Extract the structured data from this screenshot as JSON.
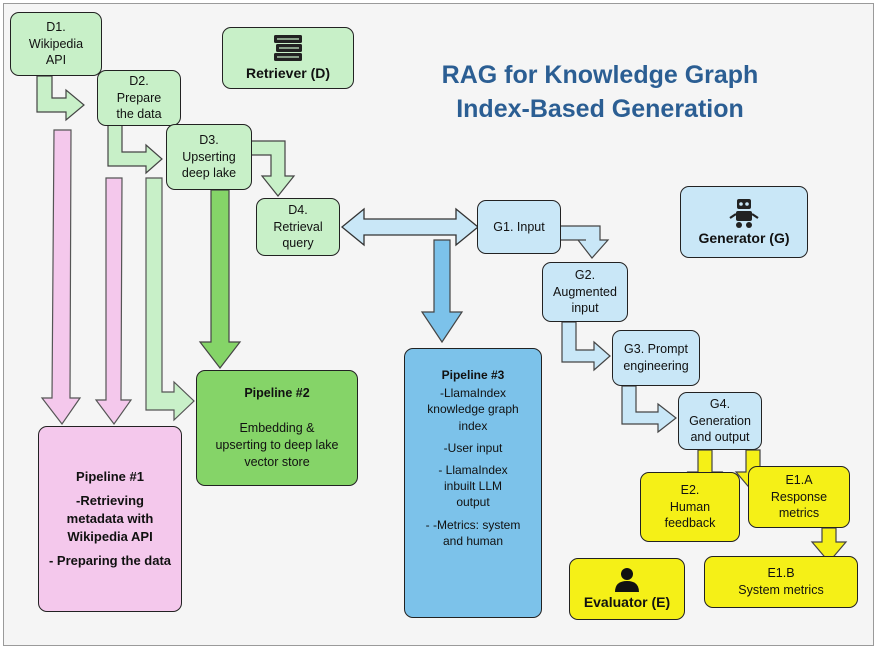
{
  "title": {
    "line1": "RAG for Knowledge Graph",
    "line2": "Index-Based Generation"
  },
  "roles": {
    "retriever": "Retriever (D)",
    "generator": "Generator (G)",
    "evaluator": "Evaluator (E)"
  },
  "retriever_steps": {
    "d1": [
      "D1.",
      "Wikipedia",
      "API"
    ],
    "d2": [
      "D2.",
      "Prepare",
      "the data"
    ],
    "d3": [
      "D3.",
      "Upserting",
      "deep lake"
    ],
    "d4": [
      "D4.",
      "Retrieval",
      "query"
    ]
  },
  "generator_steps": {
    "g1": [
      "G1. Input"
    ],
    "g2": [
      "G2.",
      "Augmented",
      "input"
    ],
    "g3": [
      "G3. Prompt",
      "engineering"
    ],
    "g4": [
      "G4.",
      "Generation",
      "and output"
    ]
  },
  "evaluator_steps": {
    "e2": [
      "E2.",
      "Human",
      "feedback"
    ],
    "e1a": [
      "E1.A",
      "Response",
      "metrics"
    ],
    "e1b": [
      "E1.B",
      "System  metrics"
    ]
  },
  "pipelines": {
    "p1": {
      "title": "Pipeline #1",
      "lines": [
        "-Retrieving",
        "metadata with",
        "Wikipedia API",
        "- Preparing the data"
      ]
    },
    "p2": {
      "title": "Pipeline  #2",
      "lines": [
        "Embedding &",
        "upserting to deep lake",
        "vector store"
      ]
    },
    "p3": {
      "title": "Pipeline  #3",
      "lines": [
        "-LlamaIndex",
        "knowledge graph",
        "index",
        "-User input",
        "-   LlamaIndex",
        "inbuilt LLM",
        "output",
        "-   -Metrics: system",
        "and human"
      ]
    }
  },
  "icons": {
    "retriever": "book-stack-icon",
    "generator": "robot-icon",
    "evaluator": "person-icon"
  },
  "colors": {
    "retriever": "#c8f0c8",
    "pipeline2": "#85d468",
    "generator": "#c9e7f7",
    "pipeline3": "#7cc2ea",
    "evaluator": "#f5f017",
    "pipeline1": "#f4c8ec",
    "title": "#2b5e93"
  }
}
